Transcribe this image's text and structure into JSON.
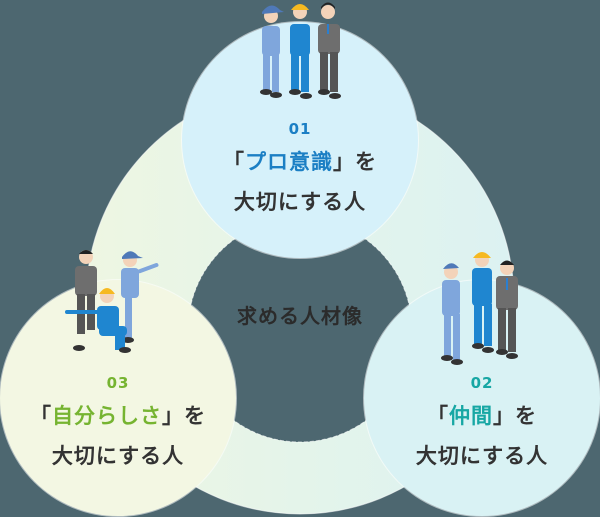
{
  "center": {
    "title": "求める人材像"
  },
  "circles": [
    {
      "id": "top",
      "number": "01",
      "open_bracket": "「",
      "highlight": "プロ意識",
      "close_bracket": "」を",
      "line2": "大切にする人",
      "accent_color": "#1b7fc4",
      "fill_color": "#d6f1fa",
      "illustration": "three-workers-hand-on-chest-illustration"
    },
    {
      "id": "right",
      "number": "02",
      "open_bracket": "「",
      "highlight": "仲間",
      "close_bracket": "」を",
      "line2": "大切にする人",
      "accent_color": "#17a7a4",
      "fill_color": "#d9f2f4",
      "illustration": "three-workers-talking-illustration"
    },
    {
      "id": "left",
      "number": "03",
      "open_bracket": "「",
      "highlight": "自分らしさ",
      "close_bracket": "」を",
      "line2": "大切にする人",
      "accent_color": "#76b431",
      "fill_color": "#f3f7e3",
      "illustration": "three-workers-posing-illustration"
    }
  ],
  "colors": {
    "background": "#4d6770",
    "ring": "#e6f4ea",
    "text": "#333333"
  }
}
